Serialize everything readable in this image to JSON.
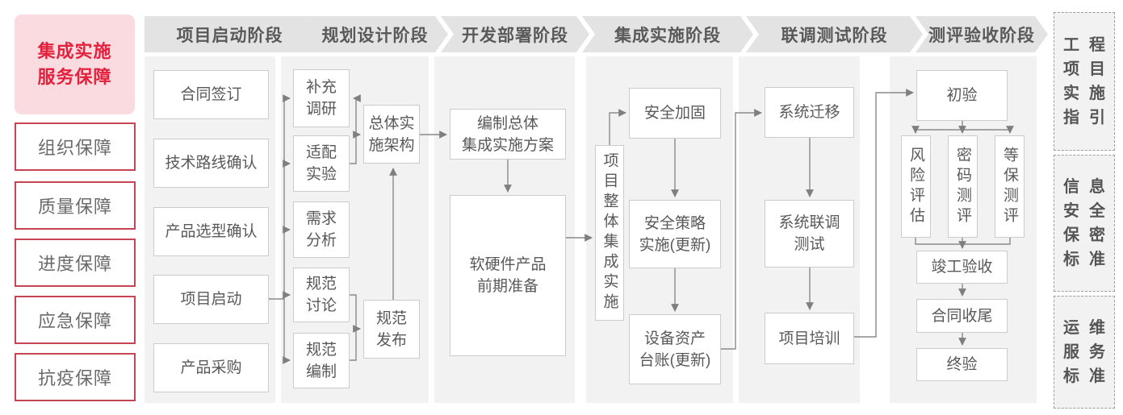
{
  "sidebar": {
    "title": "集成实施\n服务保障",
    "items": [
      "组织保障",
      "质量保障",
      "进度保障",
      "应急保障",
      "抗疫保障"
    ]
  },
  "phases": [
    {
      "label": "项目启动阶段",
      "boxes": [
        "合同签订",
        "技术路线确认",
        "产品选型确认",
        "项目启动",
        "产品采购"
      ]
    },
    {
      "label": "规划设计阶段",
      "boxes": [
        "补充\n调研",
        "适配\n实验",
        "需求\n分析",
        "规范\n讨论",
        "规范\n编制",
        "总体实\n施架构",
        "规范\n发布"
      ]
    },
    {
      "label": "开发部署阶段",
      "boxes": [
        "编制总体\n集成实施方案",
        "软硬件产品\n前期准备"
      ]
    },
    {
      "label": "集成实施阶段",
      "boxes": [
        "项目整体集成实施",
        "安全加固",
        "安全策略\n实施(更新)",
        "设备资产\n台账(更新)"
      ]
    },
    {
      "label": "联调测试阶段",
      "boxes": [
        "系统迁移",
        "系统联调\n测试",
        "项目培训"
      ]
    },
    {
      "label": "测评验收阶段",
      "boxes": [
        "初验",
        "风险评估",
        "密码测评",
        "等保测评",
        "竣工验收",
        "合同收尾",
        "终验"
      ]
    }
  ],
  "standards": [
    {
      "rows": [
        "工程",
        "项目",
        "实施",
        "指引"
      ]
    },
    {
      "rows": [
        "信息",
        "安全",
        "保密",
        "标准"
      ]
    },
    {
      "rows": [
        "运维",
        "服务",
        "标准"
      ]
    }
  ],
  "colors": {
    "accent_red": "#e4213d",
    "sidebar_border_red": "#c64453",
    "sidebar_pink_bg": "#fadbe0",
    "phase_band_gray": "#e3e3e3",
    "column_bg_gray": "#f2f2f2",
    "node_border_gray": "#cccccc",
    "text_gray": "#595959",
    "wire_gray": "#8a8a8a"
  }
}
